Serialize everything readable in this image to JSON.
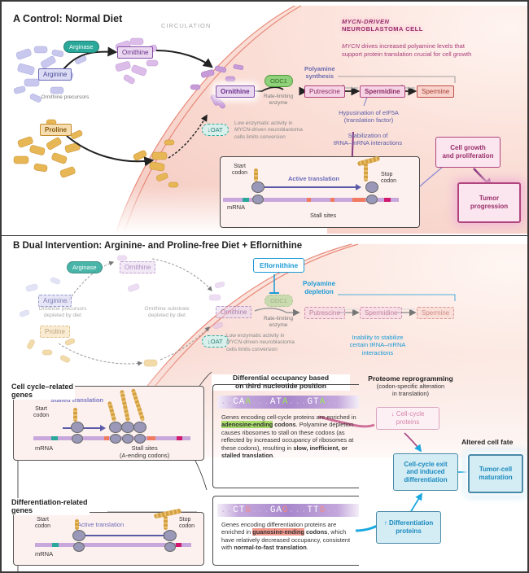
{
  "panel_a": {
    "title": "A  Control: Normal Diet",
    "circulation_label": "CIRCULATION",
    "cell_title_line1": "MYCN-DRIVEN",
    "cell_title_line2": "NEUROBLASTOMA CELL",
    "cell_desc_italic": "MYCN",
    "cell_desc_line1": " drives increased polyamine levels that",
    "cell_desc_line2": "support protein translation crucial for cell growth",
    "arginase": "Arginase",
    "arginine": "Arginine",
    "ornithine_outside": "Ornithine",
    "ornithine_inside": "Ornithine",
    "precursors_label": "Ornithine precursors",
    "proline": "Proline",
    "odc1": "ODC1",
    "rate_limiting_line1": "Rate-limiting",
    "rate_limiting_line2": "enzyme",
    "oat": "↓OAT",
    "oat_desc_line1": "Low enzymatic activity in",
    "oat_desc_italic": "MYCN",
    "oat_desc_line2": "-driven neuroblastoma",
    "oat_desc_line3": "cells limits conversion",
    "polyamine_synthesis_line1": "Polyamine",
    "polyamine_synthesis_line2": "synthesis",
    "putrescine": "Putrescine",
    "spermidine": "Spermidine",
    "spermine": "Spermine",
    "hypusination_line1": "Hypusination of eIF5A",
    "hypusination_line2": "(translation factor)",
    "stabilization_line1": "Stabilization of",
    "stabilization_line2": "tRNA–mRNA interactions",
    "translation_box": {
      "start_codon_line1": "Start",
      "start_codon_line2": "codon",
      "active_translation": "Active translation",
      "stop_codon_line1": "Stop",
      "stop_codon_line2": "codon",
      "mrna": "mRNA",
      "stall_sites": "Stall sites"
    },
    "cell_growth_line1": "Cell growth",
    "cell_growth_line2": "and proliferation",
    "tumor_progression_line1": "Tumor",
    "tumor_progression_line2": "progression"
  },
  "panel_b": {
    "title": "B  Dual Intervention: Arginine- and Proline-free Diet + Eflornithine",
    "arginase": "Arginase",
    "arginine": "Arginine",
    "ornithine_outside": "Ornithine",
    "ornithine_inside": "Ornithine",
    "precursors_line1": "Ornithine precursors",
    "precursors_line2": "depleted by diet",
    "substrate_line1": "Ornithine substrate",
    "substrate_line2": "depleted by diet",
    "proline": "Proline",
    "eflornithine": "Eflornithine",
    "odc1": "ODC1",
    "rate_limiting_line1": "Rate-limiting",
    "rate_limiting_line2": "enzyme",
    "oat": "↓OAT",
    "oat_desc_line1": "Low enzymatic activity in",
    "oat_desc_italic": "MYCN",
    "oat_desc_line2": "-driven neuroblastoma",
    "oat_desc_line3": "cells limits conversion",
    "polyamine_depletion_line1": "Polyamine",
    "polyamine_depletion_line2": "depletion",
    "putrescine": "Putrescine",
    "spermidine": "Spermidine",
    "spermine": "Spermine",
    "inability_line1": "Inability to stabilize",
    "inability_line2": "certain tRNA–mRNA",
    "inability_line3": "interactions",
    "cell_cycle_genes_line1": "Cell cycle–related",
    "cell_cycle_genes_line2": "genes",
    "stalled_translation": "Stalled translation",
    "start_codon_line1": "Start",
    "start_codon_line2": "codon",
    "mrna": "mRNA",
    "stall_sites_line1": "Stall sites",
    "stall_sites_line2": "(A-ending codons)",
    "diff_genes_line1": "Differentiation-related",
    "diff_genes_line2": "genes",
    "active_translation": "Active translation",
    "stop_codon_line1": "Stop",
    "stop_codon_line2": "codon",
    "occupancy_title_line1": "Differential occupancy based",
    "occupancy_title_line2": "on third nucleotide position",
    "codons_a": [
      {
        "base": "CA",
        "end": "A"
      },
      {
        "base": "AT",
        "end": "A"
      },
      {
        "base": "GT",
        "end": "A"
      }
    ],
    "codons_g": [
      {
        "base": "CT",
        "end": "G"
      },
      {
        "base": "GA",
        "end": "G"
      },
      {
        "base": "TT",
        "end": "G"
      }
    ],
    "cellcycle_desc": {
      "p1": "Genes encoding cell-cycle proteins are enriched in ",
      "highlight": "adenosine-ending",
      "p2": " codons",
      "p3": ". Polyamine depletion causes ribosomes to stall on these codons (as reflected by increased occupancy of ribosomes at these codons), resulting in ",
      "bold_end": "slow, inefficient, or stalled translation",
      "p4": "."
    },
    "diff_desc": {
      "p1": "Genes encoding differentiation proteins are enriched in ",
      "highlight": "guanosine-ending",
      "p2": " codons",
      "p3": ", which have relatively decreased occupancy, consistent with ",
      "bold_end": "normal-to-fast translation",
      "p4": "."
    },
    "proteome_title": "Proteome reprogramming",
    "proteome_sub_line1": "(codon-specific alteration",
    "proteome_sub_line2": "in translation)",
    "cellcycle_proteins_line1": "↓ Cell-cycle",
    "cellcycle_proteins_line2": "proteins",
    "diff_proteins_line1": "↑ Differentiation",
    "diff_proteins_line2": "proteins",
    "cell_cycle_exit_line1": "Cell-cycle exit",
    "cell_cycle_exit_line2": "and induced",
    "cell_cycle_exit_line3": "differentiation",
    "altered_fate": "Altered cell fate",
    "tumor_maturation_line1": "Tumor-cell",
    "tumor_maturation_line2": "maturation"
  },
  "colors": {
    "cell_fill": "#f9dcd6",
    "membrane": "#e8897a",
    "purple": "#8a4fa8",
    "teal": "#2aa89a",
    "blue_accent": "#1a9ad6",
    "magenta": "#b0457e",
    "gold": "#c48b2b"
  }
}
